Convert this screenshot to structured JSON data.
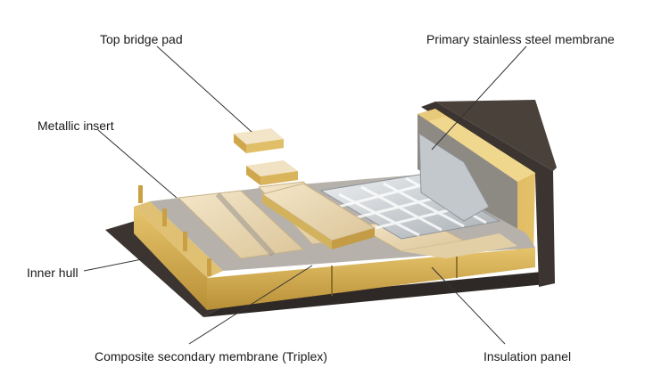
{
  "labels": {
    "top_bridge_pad": "Top bridge pad",
    "primary_membrane": "Primary stainless steel membrane",
    "metallic_insert": "Metallic insert",
    "inner_hull": "Inner hull",
    "secondary_membrane": "Composite secondary membrane (Triplex)",
    "insulation_panel": "Insulation panel"
  },
  "colors": {
    "hull": "#3b3430",
    "insulation": "#d9b45a",
    "insulation_dark": "#b58b33",
    "plywood": "#eddcba",
    "steel": "#cfd3d6",
    "triplex": "#a39f98"
  }
}
